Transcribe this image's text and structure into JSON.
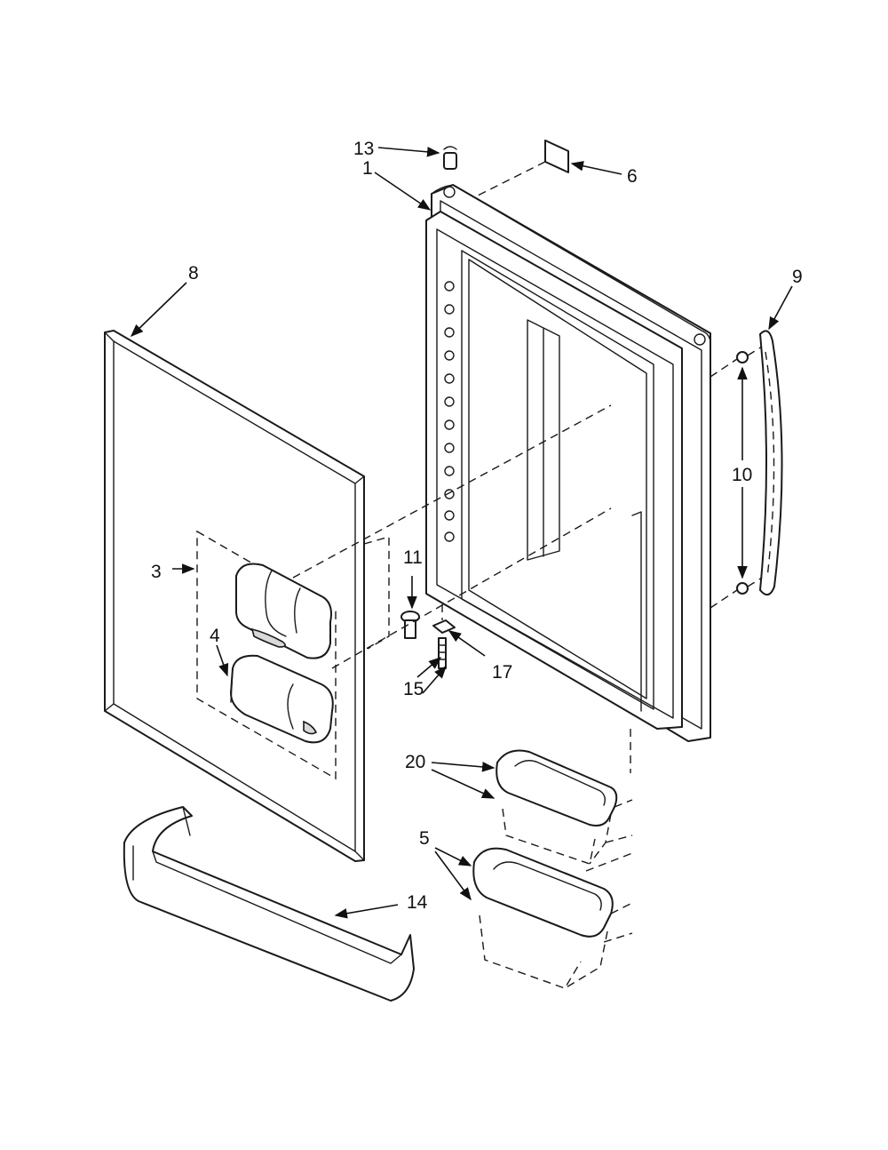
{
  "callouts": {
    "c1": "1",
    "c3": "3",
    "c4": "4",
    "c5": "5",
    "c6": "6",
    "c8": "8",
    "c9": "9",
    "c10": "10",
    "c11": "11",
    "c13": "13",
    "c14": "14",
    "c15": "15",
    "c17": "17",
    "c20": "20"
  }
}
